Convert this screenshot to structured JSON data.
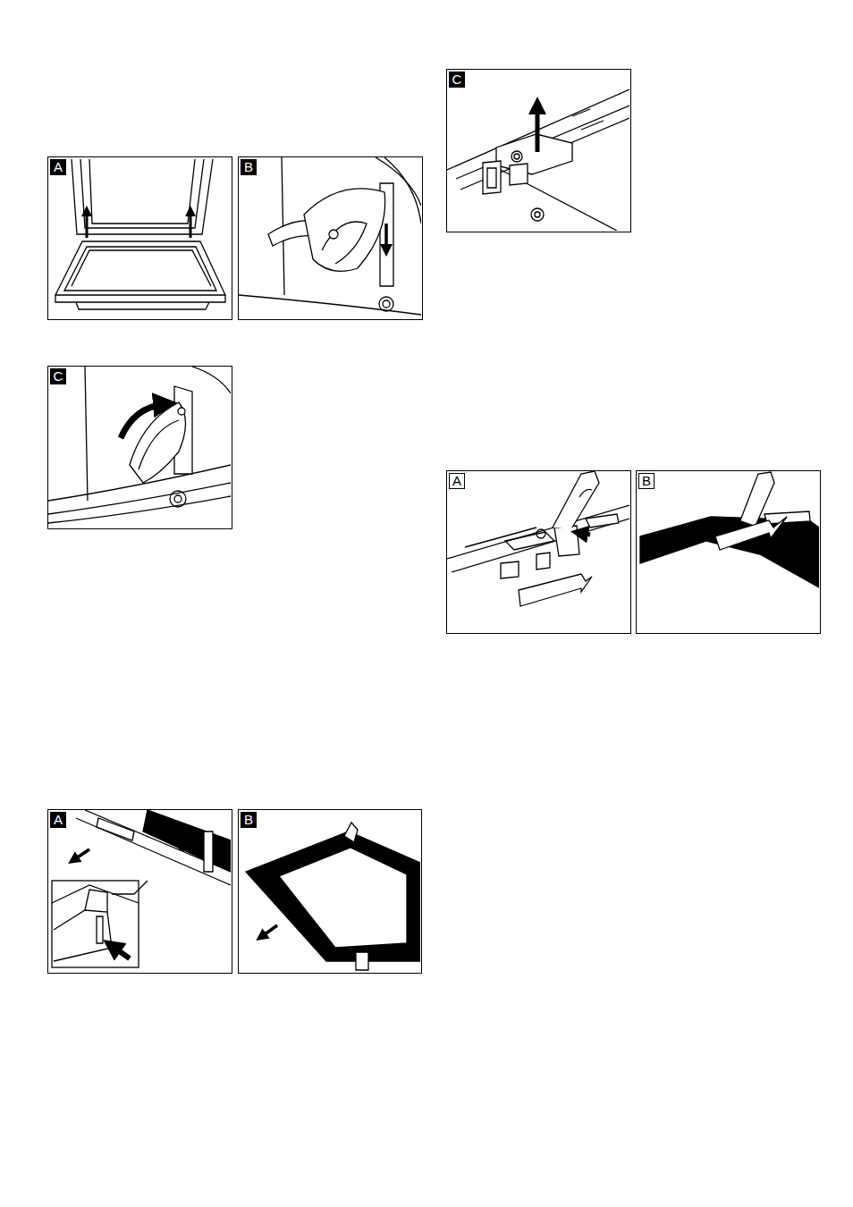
{
  "diagram": {
    "nodes": [
      {
        "text": [
          "A"
        ]
      },
      {
        "text": [
          "B"
        ]
      },
      {
        "text": [
          "C"
        ]
      },
      {
        "text": [
          "A"
        ]
      },
      {
        "text": [
          "B"
        ]
      },
      {
        "text": [
          "C"
        ]
      },
      {
        "text": [
          "A"
        ]
      },
      {
        "text": [
          "B"
        ]
      }
    ]
  }
}
